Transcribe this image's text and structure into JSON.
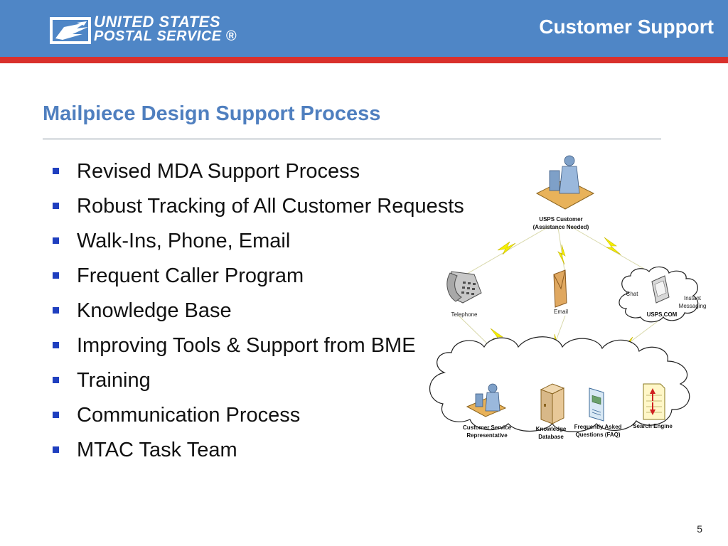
{
  "header": {
    "logo_line1": "UNITED STATES",
    "logo_line2": "POSTAL SERVICE ®",
    "section_title": "Customer Support"
  },
  "slide": {
    "title": "Mailpiece Design Support Process",
    "bullets": [
      "Revised MDA Support Process",
      "Robust Tracking of All Customer Requests",
      "Walk-Ins, Phone, Email",
      "Frequent Caller Program",
      "Knowledge Base",
      "Improving Tools & Support from BME",
      "Training",
      "Communication Process",
      "MTAC Task Team"
    ],
    "page_number": "5"
  },
  "diagram": {
    "customer_line1": "USPS Customer",
    "customer_line2": "(Assistance Needed)",
    "telephone": "Telephone",
    "email": "Email",
    "chat": "Chat",
    "im_line1": "Instant",
    "im_line2": "Messaging",
    "usps_com": "USPS.COM",
    "csr_line1": "Customer Service",
    "csr_line2": "Representative",
    "kdb_line1": "Knowledge",
    "kdb_line2": "Database",
    "faq_line1": "Frequently Asked",
    "faq_line2": "Questions (FAQ)",
    "search_engine": "Search Engine"
  },
  "colors": {
    "header_blue": "#4f86c6",
    "stripe_red": "#d9302c",
    "title_blue": "#4f7fbf",
    "bullet_blue": "#1f3fbf"
  }
}
